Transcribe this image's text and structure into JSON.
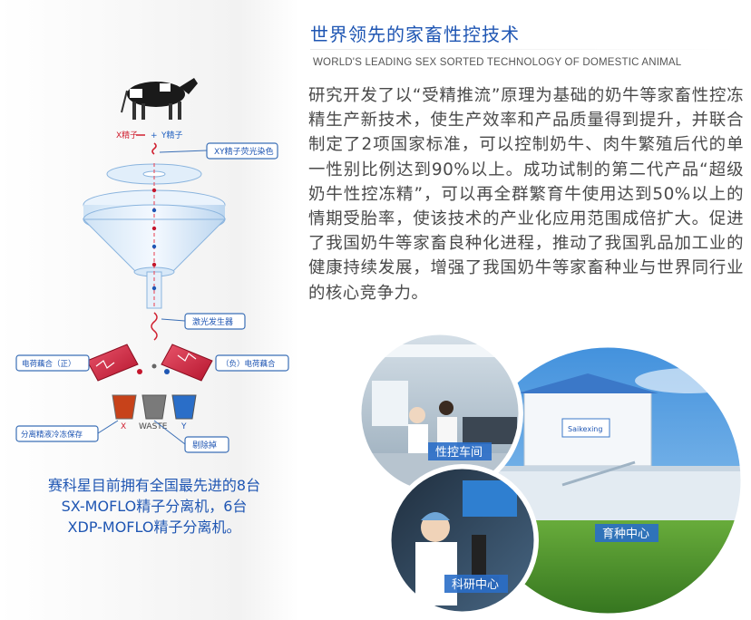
{
  "title": "世界领先的家畜性控技术",
  "subtitle": "WORLD'S LEADING  SEX SORTED TECHNOLOGY OF DOMESTIC ANIMAL",
  "body": "研究开发了以“受精推流”原理为基础的奶牛等家畜性控冻精生产新技术，使生产效率和产品质量得到提升，并联合制定了2项国家标准，可以控制奶牛、肉牛繁殖后代的单一性别比例达到90%以上。成功试制的第二代产品“超级奶牛性控冻精”，可以再全群繁育牛使用达到50%以上的情期受胎率，使该技术的产业化应用范围成倍扩大。促进了我国奶牛等家畜良种化进程，推动了我国乳品加工业的健康持续发展，增强了我国奶牛等家畜种业与世界同行业的核心竞争力。",
  "diagram": {
    "x_sperm": "X精子",
    "y_sperm": "Y精子",
    "xy_stain": "XY精子荧光染色",
    "laser": "激光发生器",
    "charge_pos": "电荷藕合（正）",
    "charge_neg": "（负）电荷藕合",
    "freeze": "分离精液冷冻保存",
    "discard": "剔除掉",
    "tube_x": "X",
    "tube_waste": "WASTE",
    "tube_y": "Y"
  },
  "caption": {
    "line1": "赛科星目前拥有全国最先进的8台",
    "line2": "SX-MOFLO精子分离机，6台",
    "line3": "XDP-MOFLO精子分离机。"
  },
  "photos": {
    "lab": "性控车间",
    "breeding": "育种中心",
    "research": "科研中心",
    "sign": "Saikexing"
  },
  "colors": {
    "accent_blue": "#1f56b3",
    "sky": "#5aa6e6",
    "grass": "#3f8a2a"
  }
}
